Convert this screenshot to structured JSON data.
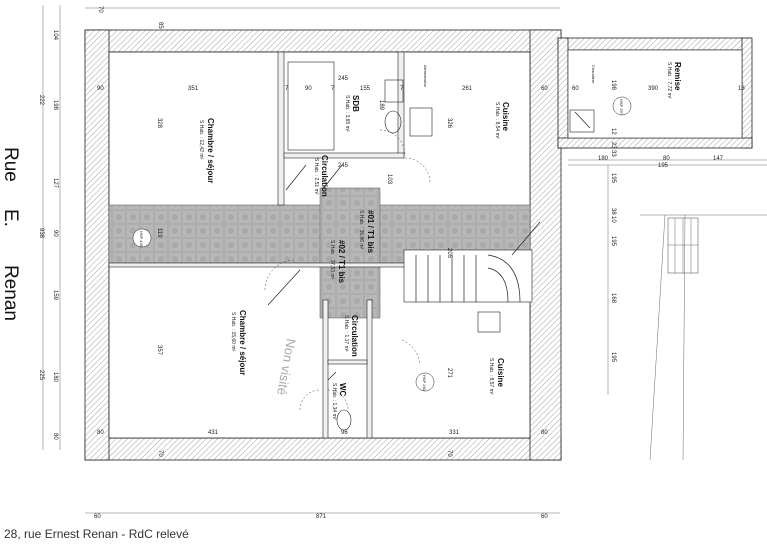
{
  "street": [
    "Rue",
    "E.",
    "Renan"
  ],
  "caption": "28, rue Ernest Renan - RdC relevé",
  "rooms": {
    "chambre1": {
      "name": "Chambre / séjour",
      "area": "S.Hab. : 12,42 m²"
    },
    "sdb": {
      "name": "SDB",
      "area": "S.Hab. : 3,65 m²"
    },
    "cuisine1": {
      "name": "Cuisine",
      "area": "S.Hab. : 8,54 m²"
    },
    "remise": {
      "name": "Remise",
      "area": "S.Hab. : 7,72 m²"
    },
    "circulation1": {
      "name": "Circulation",
      "area": "S.Hab. : 2,51 m²"
    },
    "t1bis1": {
      "name": "#01 / T1 bis",
      "area": "S.Hab. : 36,86 m²"
    },
    "t1bis2": {
      "name": "#02 / T1 bis",
      "area": "S.Hab. : 37,33 m²"
    },
    "chambre2": {
      "name": "Chambre / séjour",
      "area": "S.Hab. : 15,60 m²"
    },
    "circulation2": {
      "name": "Circulation",
      "area": "S.Hab. : 1,17 m²"
    },
    "wc": {
      "name": "WC",
      "area": "S.Hab. : 1,34 m²"
    },
    "cuisine2": {
      "name": "Cuisine",
      "area": "S.Hab. : 8,57 m²"
    }
  },
  "labels": {
    "non_visite": "Non visité",
    "hsp1": "HSP 445",
    "hsp2": "HSP 297",
    "hsp3": "HSP 281",
    "chaudiere": "Chaudière",
    "alimentation": "Alimentation"
  },
  "dims": {
    "left": [
      "104",
      "222",
      "198",
      "127",
      "90",
      "938",
      "159",
      "180",
      "225",
      "80"
    ],
    "top": [
      "70",
      "85",
      "351",
      "245",
      "155",
      "261",
      "60",
      "390",
      "18",
      "90",
      "7",
      "90",
      "7",
      "7"
    ],
    "inner": [
      "328",
      "326",
      "189",
      "245",
      "103",
      "119",
      "205",
      "357",
      "271",
      "431",
      "96",
      "331",
      "180",
      "80",
      "147",
      "195",
      "12",
      "23",
      "33",
      "60",
      "198"
    ],
    "right": [
      "195",
      "38",
      "195",
      "168",
      "195",
      "10"
    ],
    "bottom_plan": [
      "70",
      "80",
      "70",
      "80"
    ],
    "bottom": [
      "60",
      "871",
      "60"
    ]
  }
}
